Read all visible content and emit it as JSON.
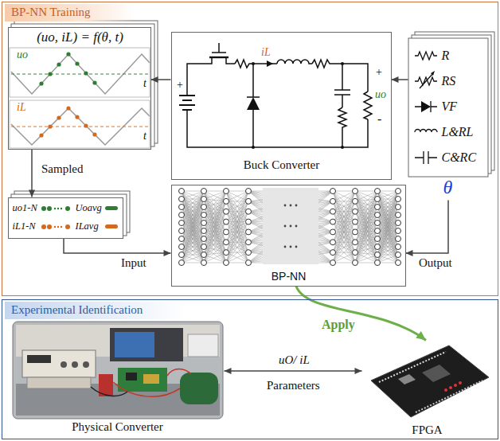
{
  "diagram": {
    "nodes": [
      {
        "text": [
          "BP-NN Training"
        ]
      },
      {
        "text": [
          "(uo, iL) = f(θ, t)"
        ],
        "in": 0
      },
      {
        "text": [
          "Buck Converter"
        ],
        "in": 0
      },
      {
        "text": [
          "R",
          "RS",
          "VF",
          "L&RL",
          "C&RC",
          "θ"
        ],
        "in": 0
      },
      {
        "text": [
          "uo1-N",
          "Uoavg",
          "iL1-N",
          "ILavg"
        ],
        "in": 0
      },
      {
        "text": [
          "BP-NN"
        ],
        "in": 0
      },
      {
        "text": [
          "Experimental Identification"
        ]
      },
      {
        "text": [
          "Physical Converter"
        ],
        "in": 6
      },
      {
        "text": [
          "FPGA"
        ],
        "in": 6
      }
    ],
    "edges": [
      {
        "from": 2,
        "to": 1,
        "arrow": "to"
      },
      {
        "from": 3,
        "to": 2,
        "arrow": "to"
      },
      {
        "from": 1,
        "to": 4,
        "arrow": "to",
        "label": "Sampled"
      },
      {
        "from": 4,
        "to": 5,
        "arrow": "to",
        "label": "Input"
      },
      {
        "from": 3,
        "to": 5,
        "arrow": "to",
        "label": "Output"
      },
      {
        "from": 5,
        "to": 8,
        "arrow": "to",
        "label": "Apply"
      },
      {
        "from": 7,
        "to": 8,
        "arrow": "both",
        "label": "uO/ iL"
      }
    ],
    "labels": [
      "uo",
      "t",
      "iL",
      "t",
      "+",
      "iL",
      "+",
      "uo",
      "-",
      "Parameters"
    ]
  }
}
